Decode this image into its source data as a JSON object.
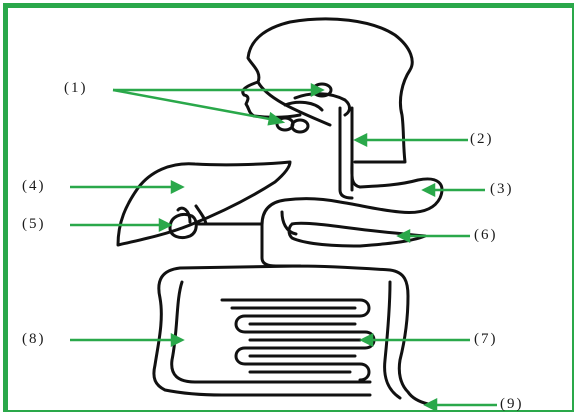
{
  "colors": {
    "frame": "#2aa84a",
    "arrow": "#2aa84a",
    "outline": "#111111",
    "background": "#ffffff"
  },
  "labels": {
    "l1": "(1)",
    "l2": "(2)",
    "l3": "(3)",
    "l4": "(4)",
    "l5": "(5)",
    "l6": "(6)",
    "l7": "(7)",
    "l8": "(8)",
    "l9": "(9)"
  }
}
